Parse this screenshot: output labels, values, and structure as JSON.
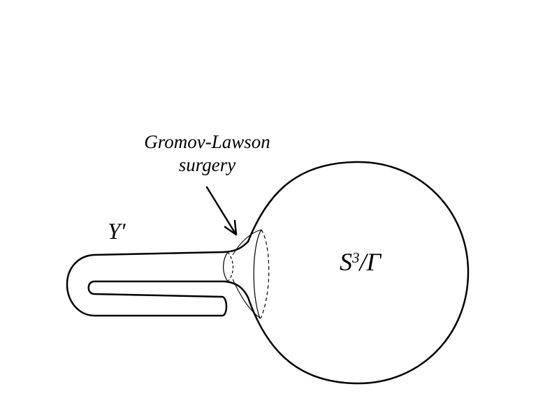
{
  "diagram": {
    "labels": {
      "surgery_line1": "Gromov-Lawson",
      "surgery_line2": "surgery",
      "y_prime": "Y′",
      "quotient_base": "S",
      "quotient_exponent": "3",
      "quotient_suffix": "/Γ"
    },
    "colors": {
      "background": "#ffffff",
      "stroke": "#000000"
    }
  }
}
